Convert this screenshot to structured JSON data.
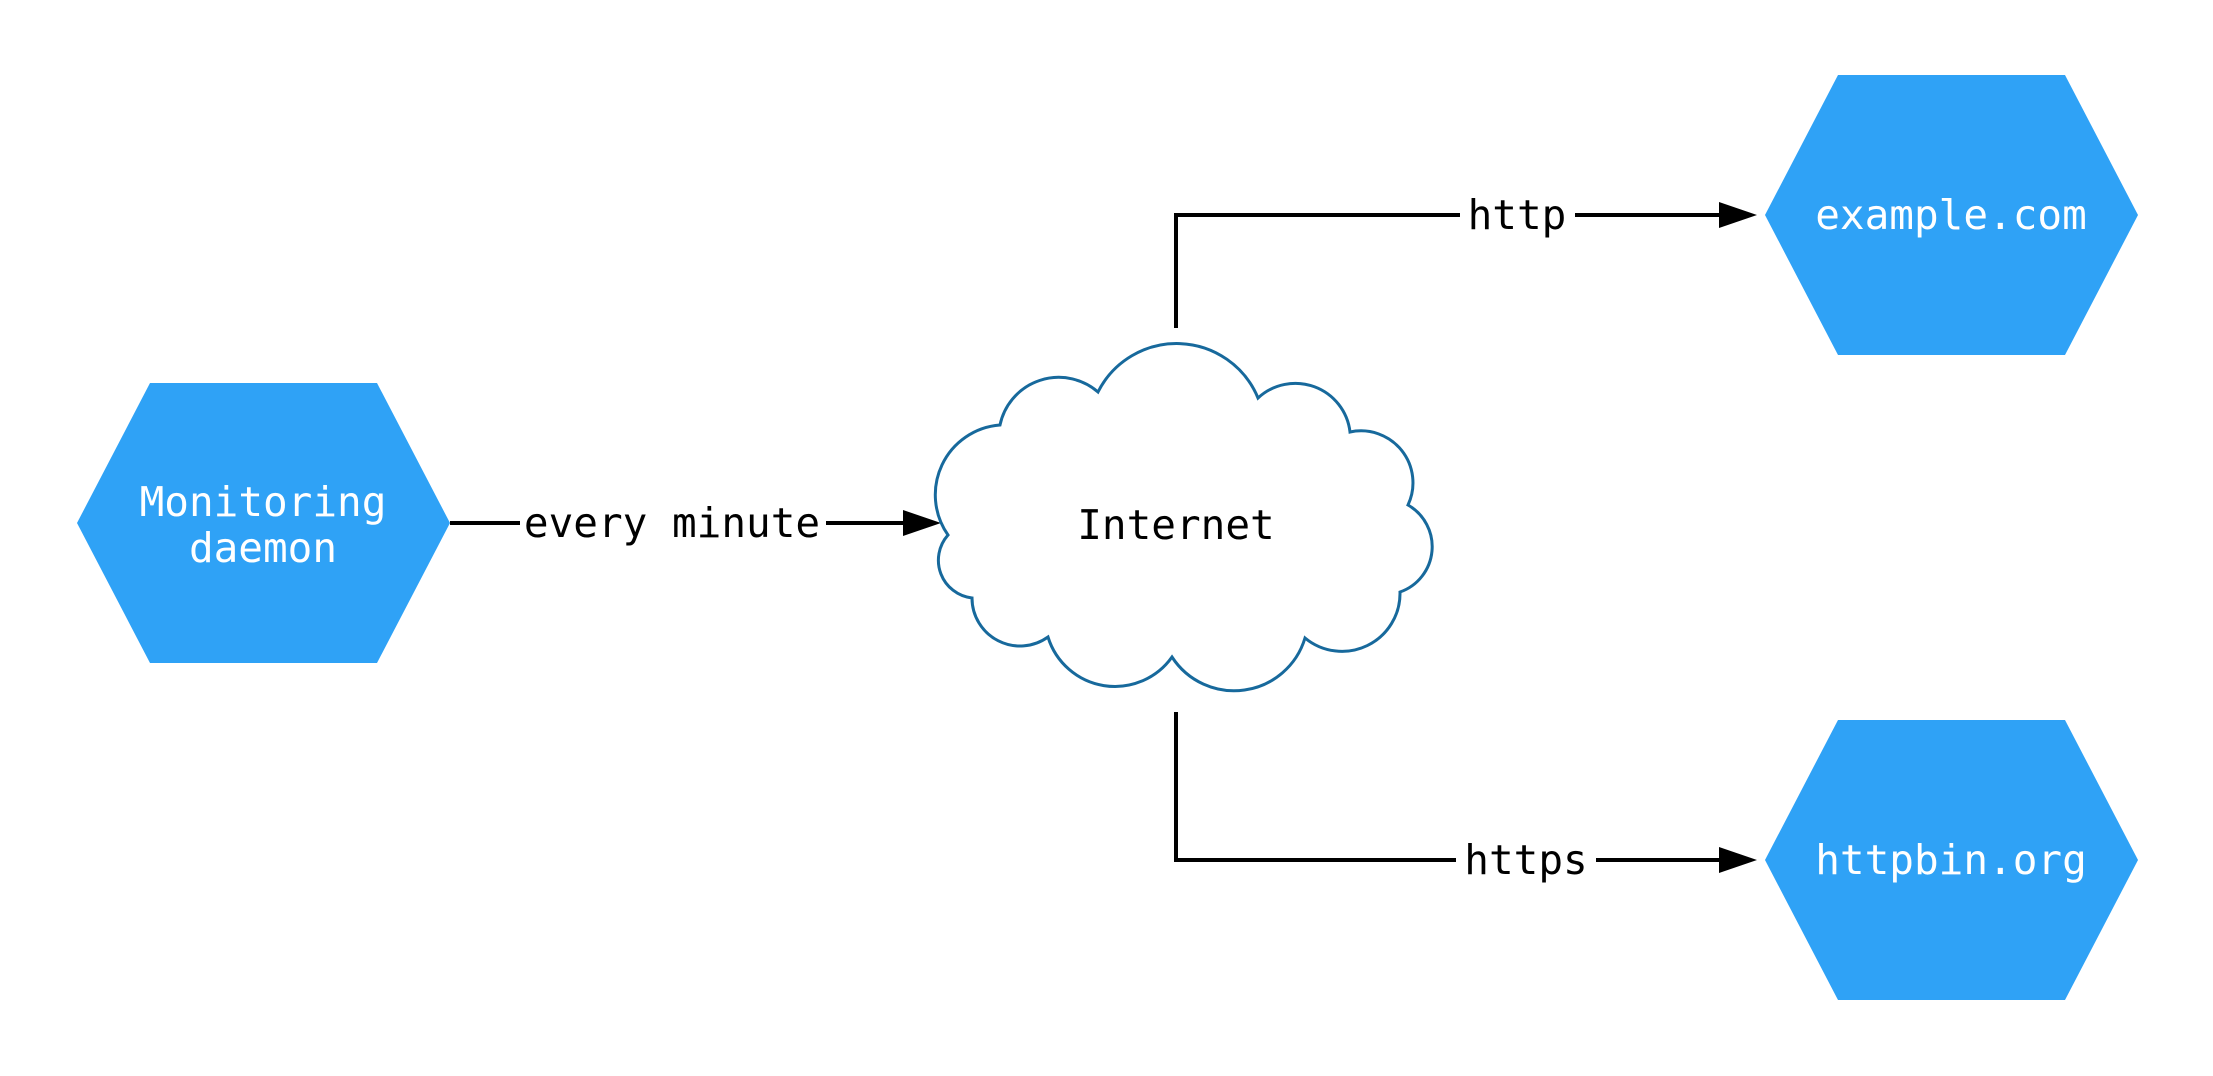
{
  "diagram": {
    "background": "#ffffff",
    "colors": {
      "node_fill": "#2fa2f6",
      "node_text": "#ffffff",
      "cloud_fill": "#ffffff",
      "cloud_stroke": "#17699c",
      "edge": "#000000",
      "edge_label": "#000000",
      "cloud_label": "#000000"
    },
    "nodes": {
      "monitoring": {
        "label": "Monitoring daemon",
        "lines": [
          "Monitoring",
          "daemon"
        ],
        "shape": "hexagon"
      },
      "internet": {
        "label": "Internet",
        "shape": "cloud"
      },
      "example": {
        "label": "example.com",
        "shape": "hexagon"
      },
      "httpbin": {
        "label": "httpbin.org",
        "shape": "hexagon"
      }
    },
    "edges": [
      {
        "from": "monitoring",
        "to": "internet",
        "label": "every minute"
      },
      {
        "from": "internet",
        "to": "example",
        "label": "http"
      },
      {
        "from": "internet",
        "to": "httpbin",
        "label": "https"
      }
    ]
  }
}
